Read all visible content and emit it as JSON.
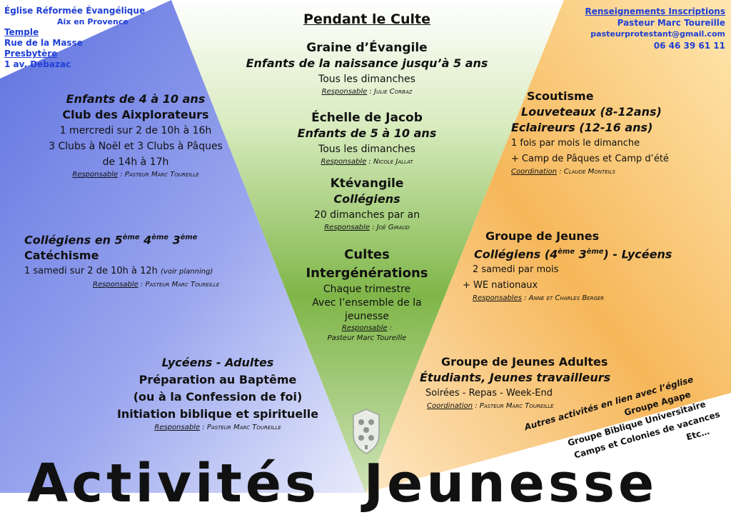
{
  "colors": {
    "left_panel": "#7b8ce6",
    "center_panel": "#86b84a",
    "right_panel": "#f2b24f",
    "header_blue": "#1f3fd6",
    "text": "#111111"
  },
  "church": {
    "name": "Église Réformée Évangélique",
    "city": "Aix en Provence",
    "temple_label": "Temple",
    "temple_address": "Rue de la Masse",
    "presbytere_label": "Presbytère",
    "presbytere_address": "1 av. Debazac"
  },
  "contact": {
    "title": "Renseignements Inscriptions",
    "pastor": "Pasteur Marc Toureille",
    "email": "pasteurprotestant@gmail.com",
    "phone": "06 46 39 61 11"
  },
  "center": {
    "heading": "Pendant le Culte",
    "graine": {
      "title": "Graine d’Évangile",
      "subtitle": "Enfants de la naissance jusqu’à 5 ans",
      "schedule": "Tous les dimanches",
      "resp_label": "Responsable",
      "resp_name": " : Julie Corbaz"
    },
    "echelle": {
      "title": "Échelle de Jacob",
      "subtitle": "Enfants de 5 à 10 ans",
      "schedule": "Tous les dimanches",
      "resp_label": "Responsable",
      "resp_name": " : Nicole Jallat"
    },
    "ktevangile": {
      "title": "Ktévangile",
      "subtitle": "Collégiens",
      "schedule": "20 dimanches par an",
      "resp_label": "Responsable",
      "resp_name": " : Joë Giraud"
    },
    "cultes": {
      "title1": "Cultes",
      "title2": "Intergénérations",
      "line1": "Chaque trimestre",
      "line2": "Avec l’ensemble de la",
      "line3": "jeunesse",
      "resp_label": "Responsable",
      "resp_suffix": " :",
      "resp_name": "Pasteur Marc Toureille"
    }
  },
  "left": {
    "aixplorateurs": {
      "title": "Enfants de 4 à 10 ans",
      "subtitle": "Club des Aixplorateurs",
      "line1": "1 mercredi sur 2 de 10h à 16h",
      "line2": "3 Clubs à Noël et 3 Clubs à Pâques",
      "line3": "de 14h à 17h",
      "resp_label": "Responsable",
      "resp_name": " : Pasteur Marc Toureille"
    },
    "catechisme": {
      "title_pre": "Collégiens en 5",
      "sup1": "ème",
      "mid1": " 4",
      "sup2": "ème",
      "mid2": " 3",
      "sup3": "ème",
      "subtitle": "Catéchisme",
      "schedule": "1 samedi sur 2 de 10h à 12h",
      "note": "(voir planning)",
      "resp_label": "Responsable",
      "resp_name": " : Pasteur Marc Toureille"
    },
    "adultes": {
      "title": "Lycéens -  Adultes",
      "line1": "Préparation au Baptême",
      "line2": "(ou à la Confession de foi)",
      "line3": "Initiation biblique et spirituelle",
      "resp_label": "Responsable",
      "resp_name": " : Pasteur Marc Toureille"
    }
  },
  "right": {
    "scoutisme": {
      "title": "Scoutisme",
      "line1": "Louveteaux (8-12ans)",
      "line2": "Eclaireurs (12-16 ans)",
      "line3": "1 fois par mois le dimanche",
      "line4": "+ Camp de Pâques et Camp d’été",
      "resp_label": "Coordination",
      "resp_name": " : Claude Monteils"
    },
    "jeunes": {
      "title": "Groupe de Jeunes",
      "sub_pre": "Collégiens (4",
      "sup1": "ème",
      "sub_mid": " 3",
      "sup2": "ème",
      "sub_post": ") - Lycéens",
      "line1": "2 samedi par mois",
      "line2": "+ WE nationaux",
      "resp_label": "Responsables",
      "resp_name": " : Anne et Charles Berger"
    },
    "jeunes_adultes": {
      "title": "Groupe de Jeunes Adultes",
      "subtitle": "Étudiants, Jeunes travailleurs",
      "line1": "Soirées - Repas - Week-End",
      "resp_label": "Coordination",
      "resp_name": " : Pasteur Marc Toureille"
    }
  },
  "other": {
    "heading": "Autres activités en lien avec l’église",
    "item1": "Groupe Agape",
    "item2": "Groupe Biblique Universitaire",
    "item3": "Camps et Colonies de vacances",
    "item4": "Etc…"
  },
  "footer": {
    "word1": "Activités",
    "word2": "Jeunesse"
  },
  "logo_icon": "protestant-church-emblem"
}
